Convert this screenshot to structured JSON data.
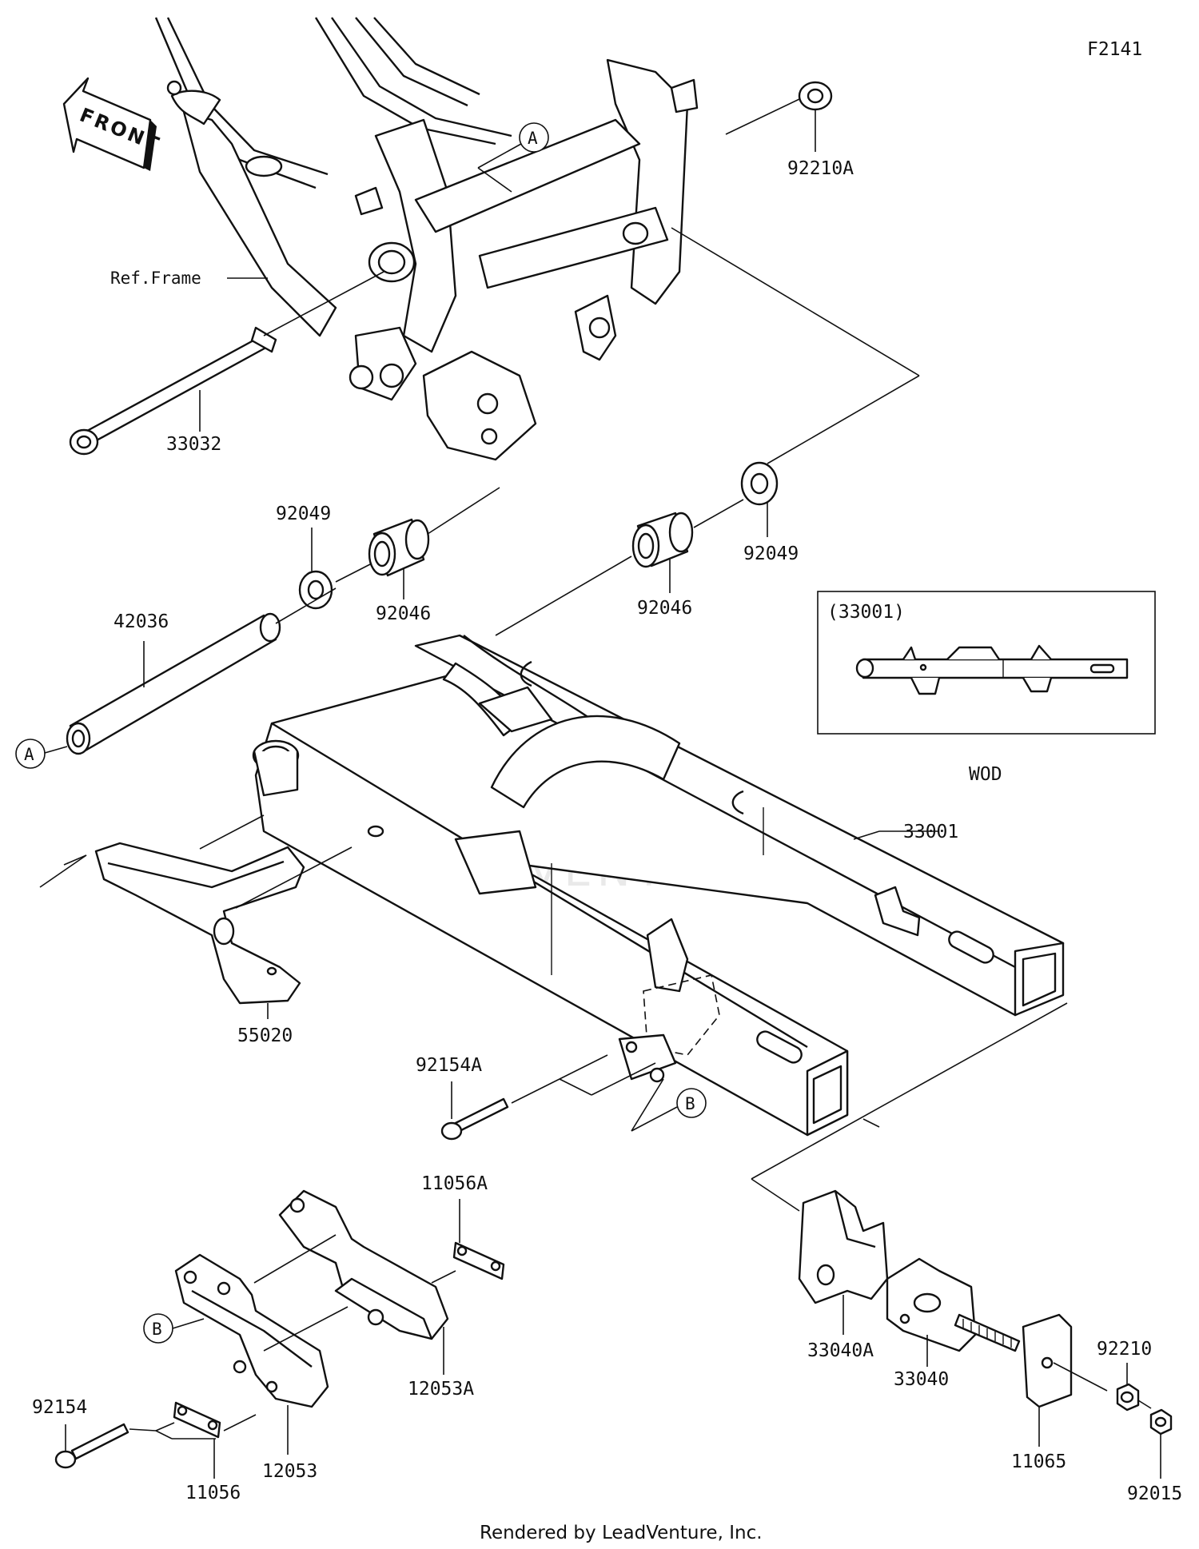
{
  "diagram_code": "F2141",
  "front_label": "FRONT",
  "ref_frame_label": "Ref.Frame",
  "watermark_text": "LEADVENTURE",
  "inset": {
    "title": "(33001)",
    "caption": "WOD"
  },
  "refs": {
    "A": "A",
    "B": "B"
  },
  "parts": {
    "p92210A": "92210A",
    "p33032": "33032",
    "p92049_left": "92049",
    "p92046_left": "92046",
    "p92046_right": "92046",
    "p92049_right": "92049",
    "p42036": "42036",
    "p33001": "33001",
    "p55020": "55020",
    "p92154A": "92154A",
    "p11056A": "11056A",
    "p12053A": "12053A",
    "p12053": "12053",
    "p92154": "92154",
    "p11056": "11056",
    "p33040A": "33040A",
    "p33040": "33040",
    "p11065": "11065",
    "p92210": "92210",
    "p92015": "92015"
  },
  "footer": "Rendered by LeadVenture, Inc."
}
